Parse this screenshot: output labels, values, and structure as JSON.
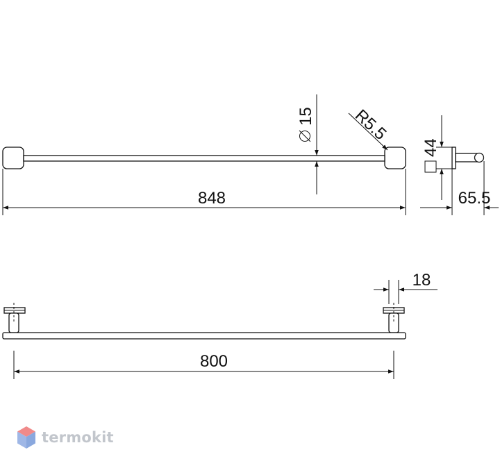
{
  "dimensions": {
    "overall_length": "848",
    "diameter": "15",
    "radius": "R5.5",
    "square_side": "44",
    "projection": "65.5",
    "bracket_width": "18",
    "center_distance": "800"
  },
  "brand": {
    "name": "termokit",
    "colors": {
      "top": "#f08a8a",
      "left": "#9fb7e6",
      "right": "#8aa8de",
      "text": "#c2c6cc"
    }
  }
}
